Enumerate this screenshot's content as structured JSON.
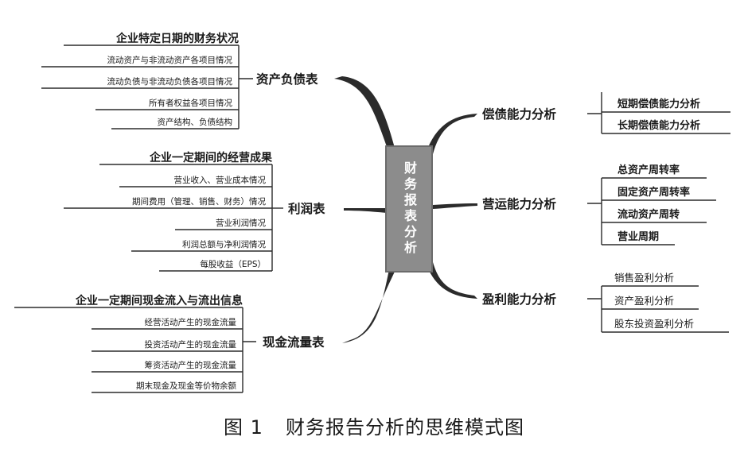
{
  "caption": {
    "number": "图 1",
    "text": "财务报告分析的思维模式图"
  },
  "center": {
    "label": "财务报表分析"
  },
  "left_branches": [
    {
      "label": "资产负债表",
      "heading": "企业特定日期的财务状况",
      "items": [
        "流动资产与非流动资产各项目情况",
        "流动负债与非流动负债各项目情况",
        "所有者权益各项目情况",
        "资产结构、负债结构"
      ]
    },
    {
      "label": "利润表",
      "heading": "企业一定期间的经营成果",
      "items": [
        "营业收入、营业成本情况",
        "期间费用（管理、销售、财务）情况",
        "营业利润情况",
        "利润总额与净利润情况",
        "每股收益（EPS）"
      ]
    },
    {
      "label": "现金流量表",
      "heading": "企业一定期间现金流入与流出信息",
      "items": [
        "经营活动产生的现金流量",
        "投资活动产生的现金流量",
        "筹资活动产生的现金流量",
        "期末现金及现金等价物余额"
      ]
    }
  ],
  "right_branches": [
    {
      "label": "偿债能力分析",
      "items": [
        "短期偿债能力分析",
        "长期偿债能力分析"
      ]
    },
    {
      "label": "营运能力分析",
      "items": [
        "总资产周转率",
        "固定资产周转率",
        "流动资产周转",
        "营业周期"
      ]
    },
    {
      "label": "盈利能力分析",
      "items": [
        "销售盈利分析",
        "资产盈利分析",
        "股东投资盈利分析"
      ]
    }
  ]
}
